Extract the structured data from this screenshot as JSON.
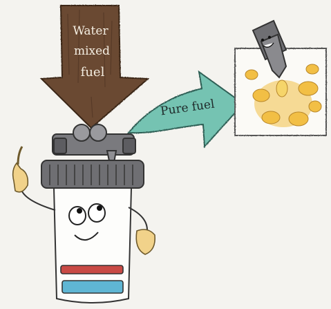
{
  "labels": {
    "input_line1": "Water",
    "input_line2": "mixed",
    "input_line3": "fuel",
    "output": "Pure fuel"
  },
  "icons": {
    "input_arrow": "down-arrow-icon",
    "output_arrow": "curved-right-arrow-icon",
    "filter": "fuel-filter-character",
    "injector": "fuel-injector-character",
    "spray": "fuel-spray-burst"
  },
  "colors": {
    "input_arrow": "#6b4a32",
    "output_arrow": "#75c3b2",
    "spray": "#f2bf45",
    "cap": "#6f6f73",
    "red_band": "#c94a45",
    "blue_band": "#5fb6d4",
    "hand": "#f1d28a"
  }
}
